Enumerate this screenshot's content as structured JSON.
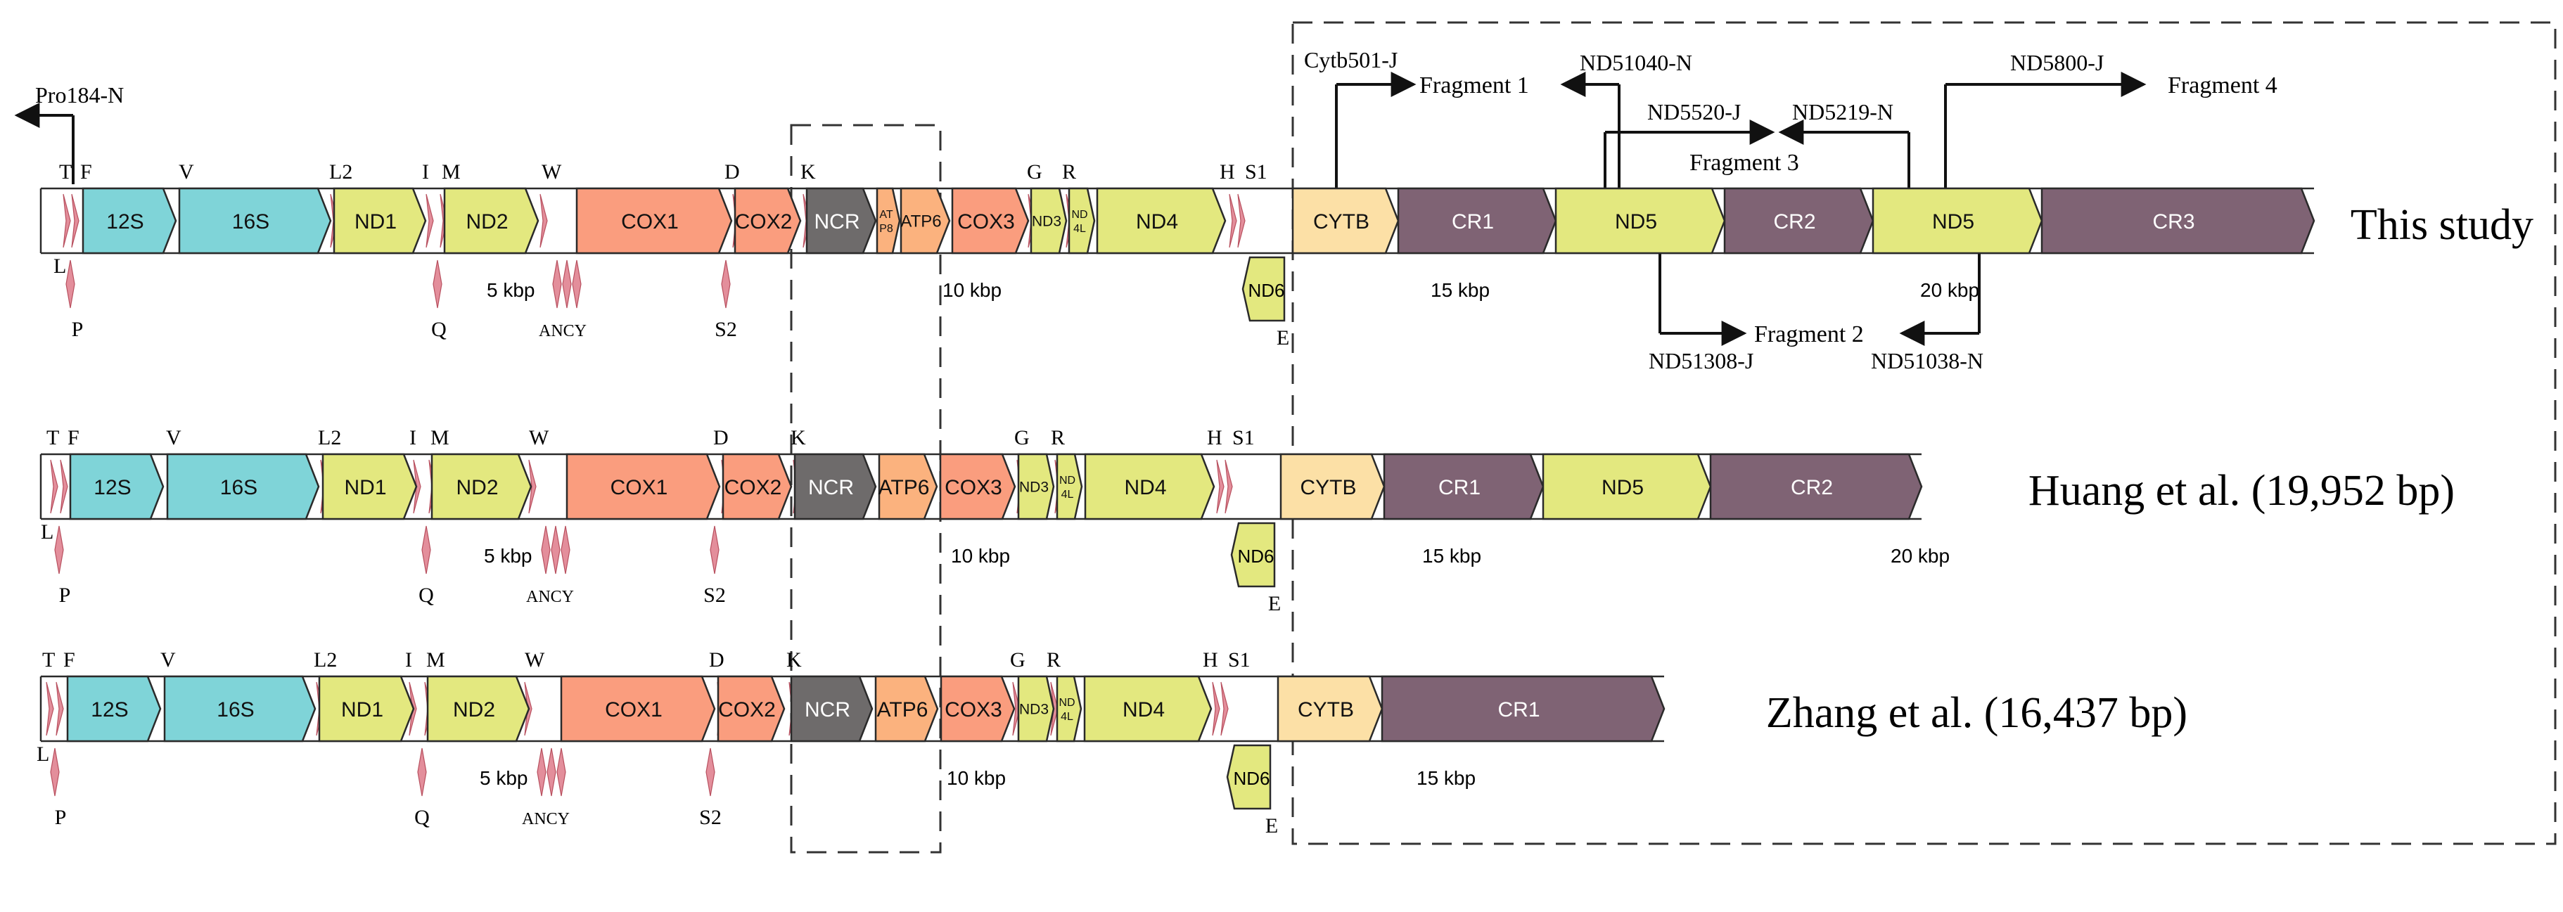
{
  "colors": {
    "rRNA": "#7FD4D8",
    "protein": "#E3E87F",
    "cox": "#FA9D7E",
    "ncr": "#6E6B6B",
    "atp": "#FBB27E",
    "cytb": "#FCE0A6",
    "cr": "#7F6374",
    "trna": "#E38E9B",
    "outline": "#2a2a2a"
  },
  "tracks": [
    {
      "label": "This study",
      "genes": [
        {
          "id": "12S",
          "label": "12S",
          "cat": "rRNA"
        },
        {
          "id": "16S",
          "label": "16S",
          "cat": "rRNA"
        },
        {
          "id": "ND1",
          "label": "ND1",
          "cat": "protein"
        },
        {
          "id": "ND2",
          "label": "ND2",
          "cat": "protein"
        },
        {
          "id": "COX1",
          "label": "COX1",
          "cat": "cox"
        },
        {
          "id": "COX2",
          "label": "COX2",
          "cat": "cox"
        },
        {
          "id": "NCR",
          "label": "NCR",
          "cat": "ncr"
        },
        {
          "id": "ATP8",
          "label": "ATP8",
          "cat": "atp"
        },
        {
          "id": "ATP6",
          "label": "ATP6",
          "cat": "atp"
        },
        {
          "id": "COX3",
          "label": "COX3",
          "cat": "cox"
        },
        {
          "id": "ND3",
          "label": "ND3",
          "cat": "protein"
        },
        {
          "id": "ND4L",
          "label": "ND4L",
          "cat": "protein"
        },
        {
          "id": "ND4",
          "label": "ND4",
          "cat": "protein"
        },
        {
          "id": "CYTB",
          "label": "CYTB",
          "cat": "cytb"
        },
        {
          "id": "CR1",
          "label": "CR1",
          "cat": "cr"
        },
        {
          "id": "ND5a",
          "label": "ND5",
          "cat": "protein"
        },
        {
          "id": "CR2",
          "label": "CR2",
          "cat": "cr"
        },
        {
          "id": "ND5b",
          "label": "ND5",
          "cat": "protein"
        },
        {
          "id": "CR3",
          "label": "CR3",
          "cat": "cr"
        }
      ],
      "trna_top": [
        "T",
        "F",
        "V",
        "L2",
        "I",
        "M",
        "W",
        "D",
        "K",
        "G",
        "R",
        "H",
        "S1"
      ],
      "trna_bottom": [
        "L",
        "P",
        "Q",
        "ANCY",
        "S2",
        "E"
      ],
      "nd6": "ND6",
      "scale": [
        "5 kbp",
        "10 kbp",
        "15 kbp",
        "20 kbp"
      ]
    },
    {
      "label": "Huang et al. (19,952 bp)",
      "genes": [
        {
          "id": "12S",
          "label": "12S",
          "cat": "rRNA"
        },
        {
          "id": "16S",
          "label": "16S",
          "cat": "rRNA"
        },
        {
          "id": "ND1",
          "label": "ND1",
          "cat": "protein"
        },
        {
          "id": "ND2",
          "label": "ND2",
          "cat": "protein"
        },
        {
          "id": "COX1",
          "label": "COX1",
          "cat": "cox"
        },
        {
          "id": "COX2",
          "label": "COX2",
          "cat": "cox"
        },
        {
          "id": "NCR",
          "label": "NCR",
          "cat": "ncr"
        },
        {
          "id": "ATP6",
          "label": "ATP6",
          "cat": "atp"
        },
        {
          "id": "COX3",
          "label": "COX3",
          "cat": "cox"
        },
        {
          "id": "ND3",
          "label": "ND3",
          "cat": "protein"
        },
        {
          "id": "ND4L",
          "label": "ND4L",
          "cat": "protein"
        },
        {
          "id": "ND4",
          "label": "ND4",
          "cat": "protein"
        },
        {
          "id": "CYTB",
          "label": "CYTB",
          "cat": "cytb"
        },
        {
          "id": "CR1",
          "label": "CR1",
          "cat": "cr"
        },
        {
          "id": "ND5",
          "label": "ND5",
          "cat": "protein"
        },
        {
          "id": "CR2",
          "label": "CR2",
          "cat": "cr"
        }
      ],
      "trna_top": [
        "T",
        "F",
        "V",
        "L2",
        "I",
        "M",
        "W",
        "D",
        "K",
        "G",
        "R",
        "H",
        "S1"
      ],
      "trna_bottom": [
        "L",
        "P",
        "Q",
        "ANCY",
        "S2",
        "E"
      ],
      "nd6": "ND6",
      "scale": [
        "5 kbp",
        "10 kbp",
        "15 kbp",
        "20 kbp"
      ]
    },
    {
      "label": "Zhang et al. (16,437 bp)",
      "genes": [
        {
          "id": "12S",
          "label": "12S",
          "cat": "rRNA"
        },
        {
          "id": "16S",
          "label": "16S",
          "cat": "rRNA"
        },
        {
          "id": "ND1",
          "label": "ND1",
          "cat": "protein"
        },
        {
          "id": "ND2",
          "label": "ND2",
          "cat": "protein"
        },
        {
          "id": "COX1",
          "label": "COX1",
          "cat": "cox"
        },
        {
          "id": "COX2",
          "label": "COX2",
          "cat": "cox"
        },
        {
          "id": "NCR",
          "label": "NCR",
          "cat": "ncr"
        },
        {
          "id": "ATP6",
          "label": "ATP6",
          "cat": "atp"
        },
        {
          "id": "COX3",
          "label": "COX3",
          "cat": "cox"
        },
        {
          "id": "ND3",
          "label": "ND3",
          "cat": "protein"
        },
        {
          "id": "ND4L",
          "label": "ND4L",
          "cat": "protein"
        },
        {
          "id": "ND4",
          "label": "ND4",
          "cat": "protein"
        },
        {
          "id": "CYTB",
          "label": "CYTB",
          "cat": "cytb"
        },
        {
          "id": "CR1",
          "label": "CR1",
          "cat": "cr"
        }
      ],
      "trna_top": [
        "T",
        "F",
        "V",
        "L2",
        "I",
        "M",
        "W",
        "D",
        "K",
        "G",
        "R",
        "H",
        "S1"
      ],
      "trna_bottom": [
        "L",
        "P",
        "Q",
        "ANCY",
        "S2",
        "E"
      ],
      "nd6": "ND6",
      "scale": [
        "5 kbp",
        "10 kbp",
        "15 kbp"
      ]
    }
  ],
  "primers": {
    "pro184": "Pro184-N",
    "cytb501": "Cytb501-J",
    "nd51040": "ND51040-N",
    "nd5520": "ND5520-J",
    "nd5219": "ND5219-N",
    "nd5800": "ND5800-J",
    "nd51308": "ND51308-J",
    "nd51038": "ND51038-N"
  },
  "fragments": {
    "f1": "Fragment 1",
    "f2": "Fragment 2",
    "f3": "Fragment 3",
    "f4": "Fragment 4"
  }
}
